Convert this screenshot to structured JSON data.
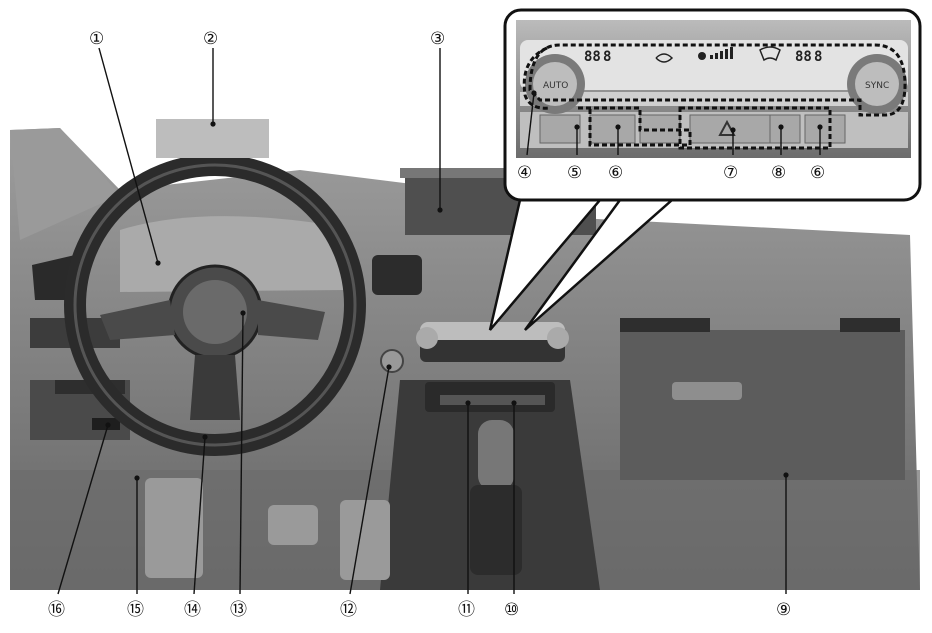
{
  "figure": {
    "callouts": [
      {
        "num": "1",
        "glyph": "①"
      },
      {
        "num": "2",
        "glyph": "②"
      },
      {
        "num": "3",
        "glyph": "③"
      },
      {
        "num": "4",
        "glyph": "④"
      },
      {
        "num": "5",
        "glyph": "⑤"
      },
      {
        "num": "6",
        "glyph": "⑥"
      },
      {
        "num": "7",
        "glyph": "⑦"
      },
      {
        "num": "8",
        "glyph": "⑧"
      },
      {
        "num": "6b",
        "glyph": "⑥"
      },
      {
        "num": "9",
        "glyph": "⑨"
      },
      {
        "num": "10",
        "glyph": "⑩"
      },
      {
        "num": "11",
        "glyph": "⑪"
      },
      {
        "num": "12",
        "glyph": "⑫"
      },
      {
        "num": "13",
        "glyph": "⑬"
      },
      {
        "num": "14",
        "glyph": "⑭"
      },
      {
        "num": "15",
        "glyph": "⑮"
      },
      {
        "num": "16",
        "glyph": "⑯"
      }
    ],
    "inset_panel": {
      "temp_left": "88",
      "temp_left_unit": "8",
      "temp_right": "88",
      "temp_right_unit": "8",
      "left_knob_label": "AUTO",
      "right_knob_label": "SYNC"
    },
    "colors": {
      "line": "#111111",
      "dashboard": "#6f6f6f",
      "dashboard_dark": "#3d3d3d",
      "gray_box": "#bdbdbd"
    }
  }
}
